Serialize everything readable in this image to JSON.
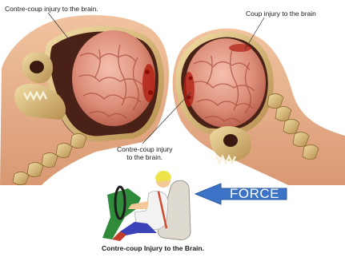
{
  "labels": {
    "top_left": "Contre-coup injury to the brain.",
    "top_right": "Coup injury to the brain",
    "middle_line1": "Contre-coup injury",
    "middle_line2": "to the brain.",
    "bottom": "Contre-coup Injury to the Brain."
  },
  "force": {
    "label": "FORCE",
    "color": "#3d73c6"
  },
  "colors": {
    "brain": "#d98a78",
    "skull": "#d9b773",
    "skin": "#e3aa84",
    "injury": "#b01e12"
  }
}
